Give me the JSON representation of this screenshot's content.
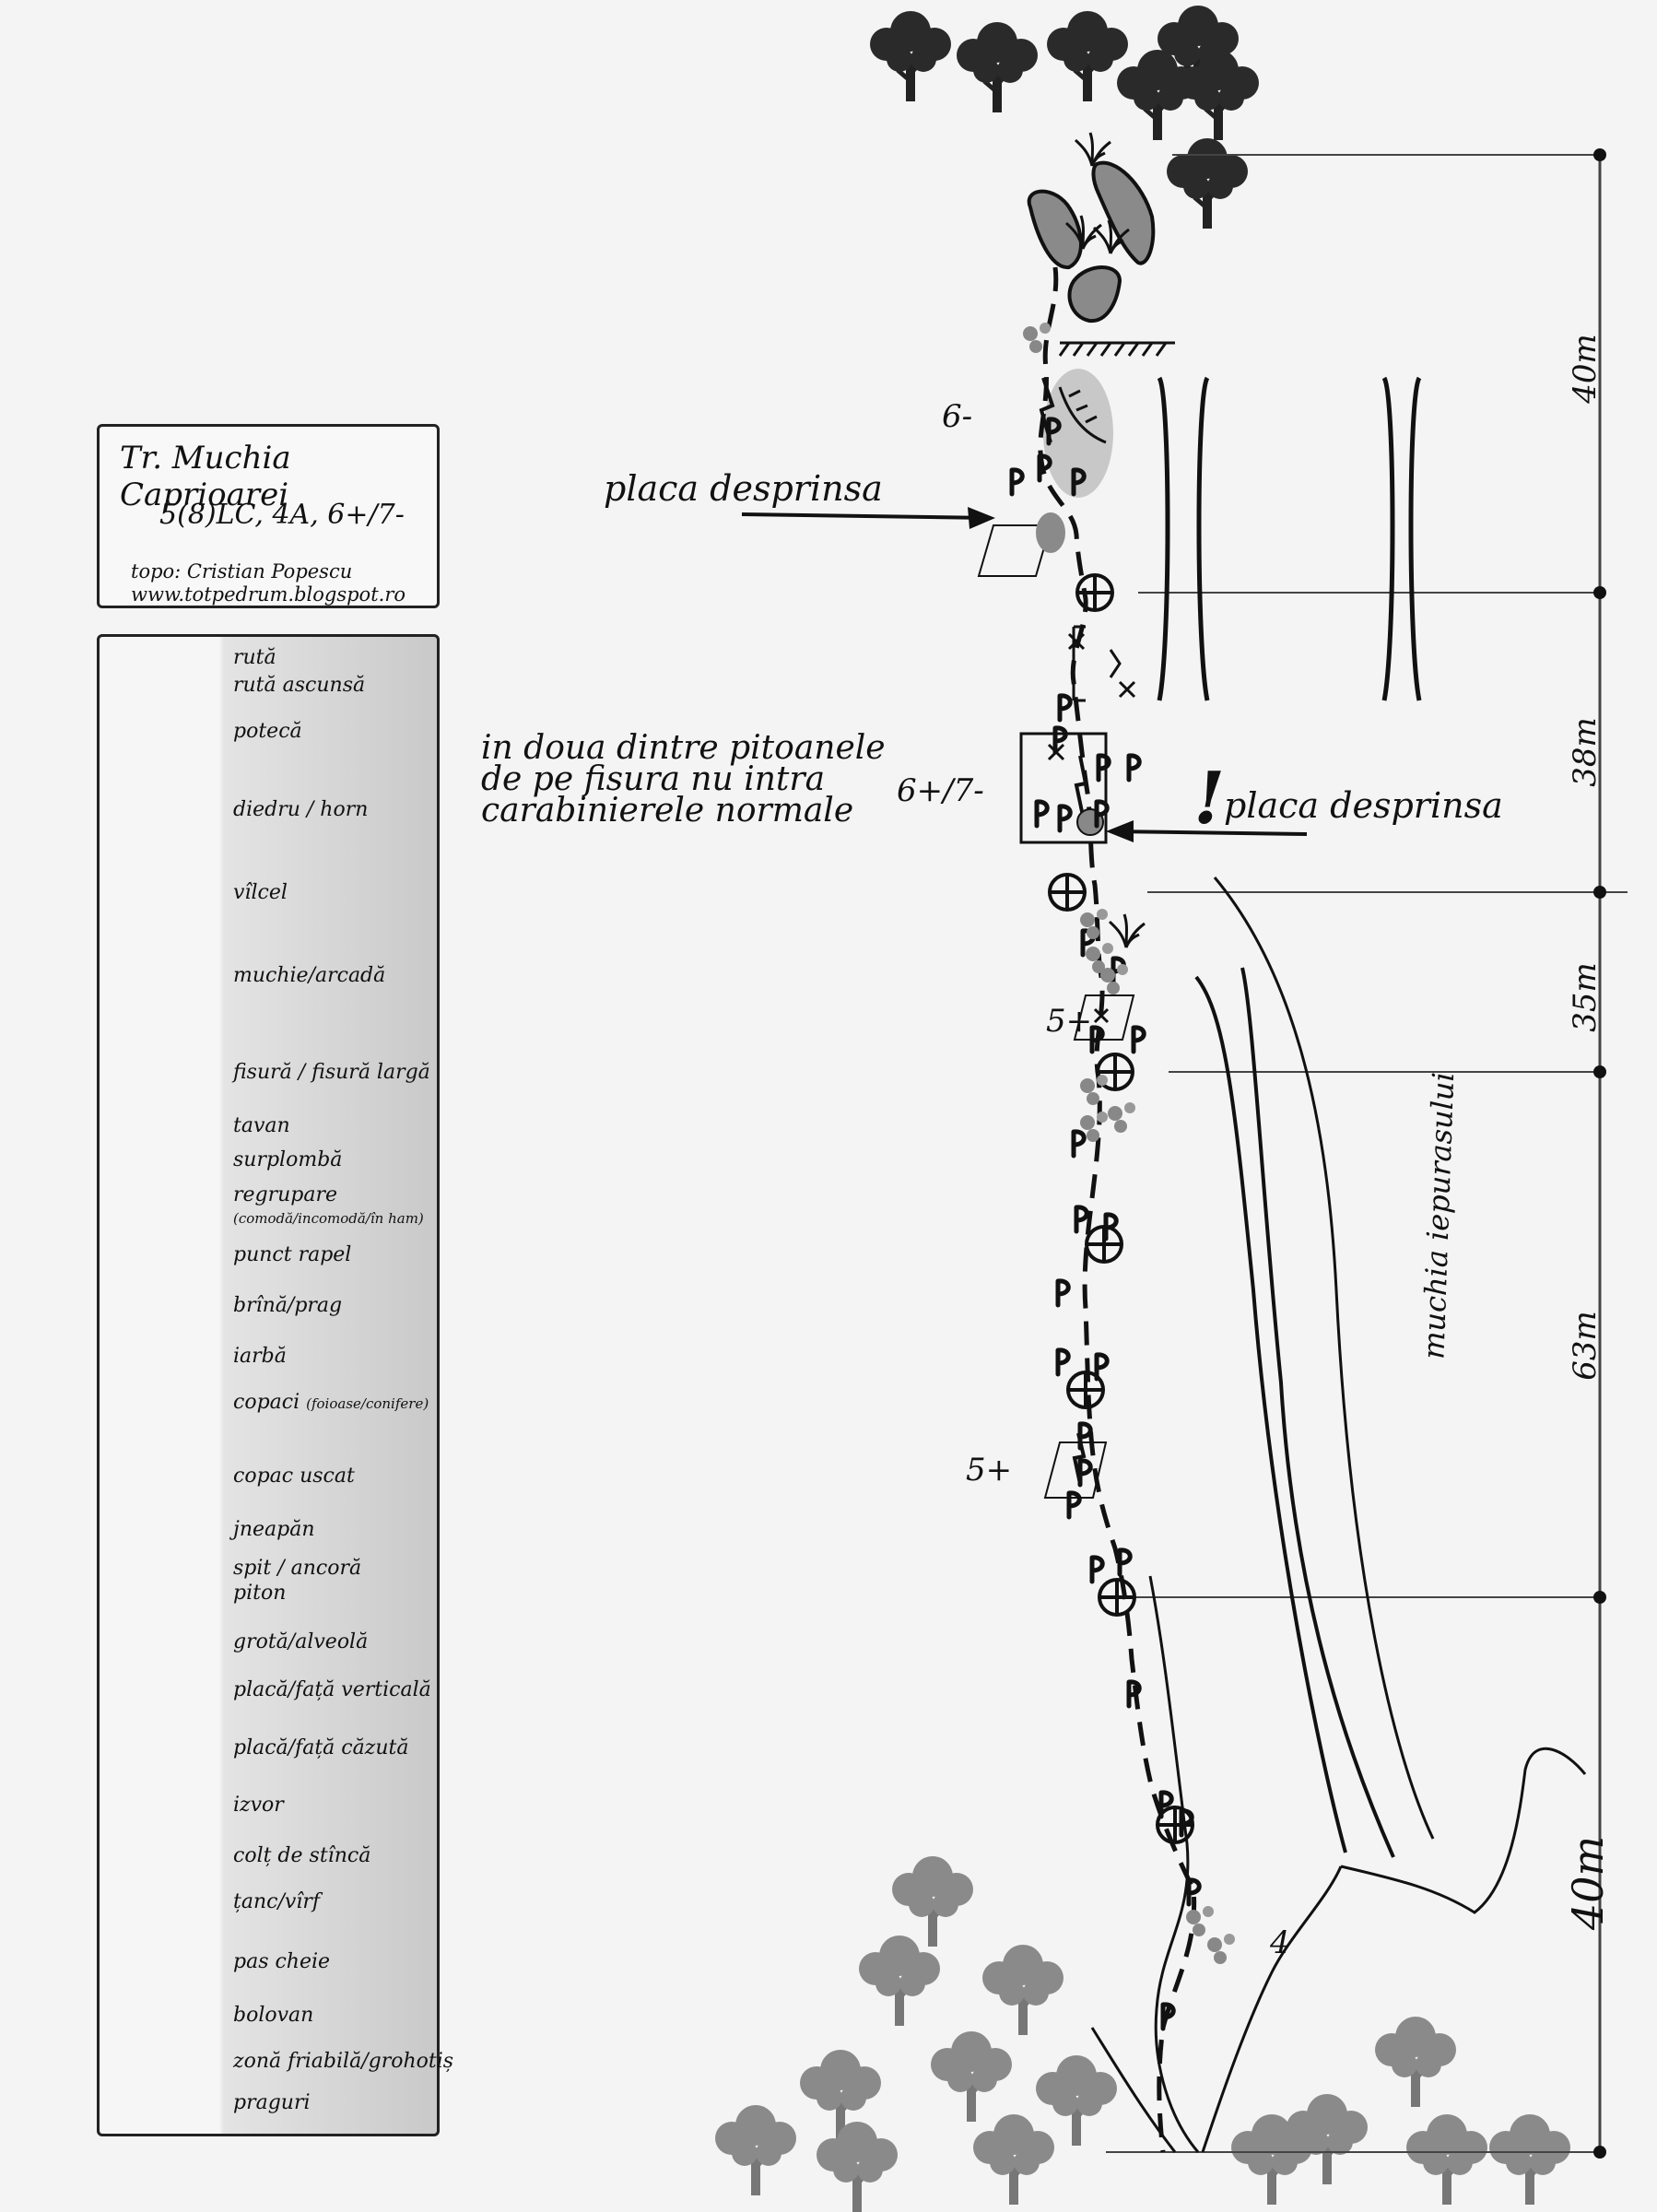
{
  "title": {
    "name": "Tr. Muchia Caprioarei",
    "grade": "5(8)LC, 4A, 6+/7-",
    "author": "topo: Cristian Popescu",
    "website": "www.totpedrum.blogspot.ro"
  },
  "legend": [
    {
      "icon": "dashed-line-icon",
      "label": "rută"
    },
    {
      "icon": "circle-chain-icon",
      "label": "rută ascunsă"
    },
    {
      "icon": "dots-icon",
      "label": "potecă"
    },
    {
      "icon": "dihedral-chimney-icon",
      "label": "diedru / horn"
    },
    {
      "icon": "gully-icon",
      "label": "vîlcel"
    },
    {
      "icon": "ridge-arch-icon",
      "label": "muchie/arcadă"
    },
    {
      "icon": "crack-icon",
      "label": "fisură / fisură largă"
    },
    {
      "icon": "roof-icon",
      "label": "tavan"
    },
    {
      "icon": "overhang-icon",
      "label": "surplombă"
    },
    {
      "icon": "belay-icon",
      "label": "regrupare",
      "sublabel": "(comodă/incomodă/în ham)"
    },
    {
      "icon": "rappel-icon",
      "label": "punct rapel"
    },
    {
      "icon": "ledge-icon",
      "label": "brînă/prag"
    },
    {
      "icon": "grass-icon",
      "label": "iarbă"
    },
    {
      "icon": "trees-icon",
      "label": "copaci",
      "sublabel": "(foioase/conifere)"
    },
    {
      "icon": "dead-tree-icon",
      "label": "copac uscat"
    },
    {
      "icon": "juniper-icon",
      "label": "jneapăn"
    },
    {
      "icon": "bolt-piton-icon",
      "label": "spit / ancoră",
      "label2": "piton"
    },
    {
      "icon": "cave-icon",
      "label": "grotă/alveolă"
    },
    {
      "icon": "vertical-slab-icon",
      "label": "placă/față verticală"
    },
    {
      "icon": "slanted-slab-icon",
      "label": "placă/față căzută"
    },
    {
      "icon": "spring-icon",
      "label": "izvor"
    },
    {
      "icon": "rock-spike-icon",
      "label": "colț de stîncă"
    },
    {
      "icon": "peak-icon",
      "label": "țanc/vîrf"
    },
    {
      "icon": "key-move-icon",
      "label": "pas cheie"
    },
    {
      "icon": "boulder-icon",
      "label": "bolovan"
    },
    {
      "icon": "scree-icon",
      "label": "zonă friabilă/grohotiș"
    },
    {
      "icon": "steps-icon",
      "label": "praguri"
    }
  ],
  "annotations": {
    "loose_plate_1": "placa desprinsa",
    "loose_plate_2": "placa desprinsa",
    "exclamation": "!",
    "piton_note_1": "in doua dintre pitoanele",
    "piton_note_2": "de pe fisura nu intra",
    "piton_note_3": "carabinierele normale",
    "muchia": "muchia iepurasului"
  },
  "grades": [
    {
      "id": "g1",
      "text": "6-"
    },
    {
      "id": "g2",
      "text": "6+/7-"
    },
    {
      "id": "g3",
      "text": "5+"
    },
    {
      "id": "g4",
      "text": "5+"
    },
    {
      "id": "g5",
      "text": "4"
    }
  ],
  "pitch_lengths": [
    {
      "id": "p1",
      "text": "40m"
    },
    {
      "id": "p2",
      "text": "38m"
    },
    {
      "id": "p3",
      "text": "35m"
    },
    {
      "id": "p4",
      "text": "63m"
    },
    {
      "id": "p5",
      "text": "40m"
    }
  ]
}
